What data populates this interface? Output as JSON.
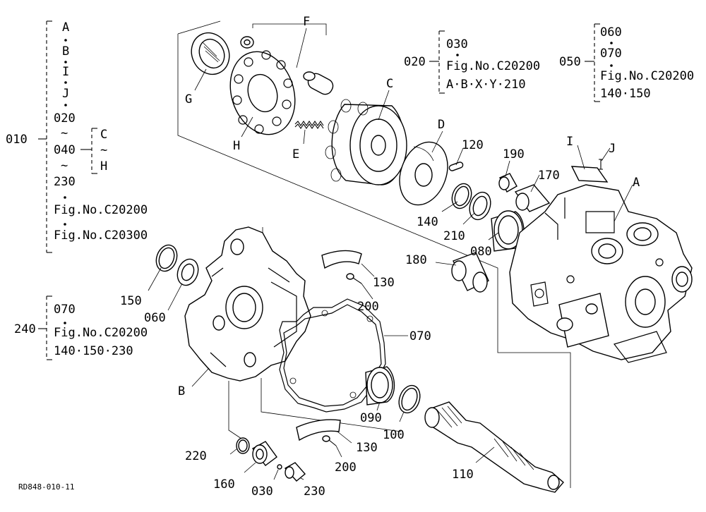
{
  "diagram_id": "RD848-010-11",
  "callouts": {
    "A": "A",
    "B": "B",
    "C": "C",
    "D": "D",
    "E": "E",
    "F": "F",
    "G": "G",
    "H": "H",
    "I": "I",
    "J": "J",
    "p060": "060",
    "p070": "070",
    "p080": "080",
    "p090": "090",
    "p100": "100",
    "p110": "110",
    "p120": "120",
    "p130a": "130",
    "p130b": "130",
    "p140": "140",
    "p150": "150",
    "p160": "160",
    "p170": "170",
    "p180": "180",
    "p190": "190",
    "p200a": "200",
    "p200b": "200",
    "p210": "210",
    "p220": "220",
    "p230": "230",
    "p030": "030"
  },
  "legend_010": {
    "code": "010",
    "items": [
      "A",
      "B",
      "I",
      "J",
      "020",
      "~",
      "040",
      "~",
      "230",
      "Fig.No.C20200",
      "Fig.No.C20300"
    ],
    "sub": [
      "C",
      "~",
      "H"
    ]
  },
  "legend_020": {
    "code": "020",
    "items": [
      "030",
      "Fig.No.C20200",
      "A·B·X·Y·210"
    ]
  },
  "legend_050": {
    "code": "050",
    "items": [
      "060",
      "070",
      "Fig.No.C20200",
      "140·150"
    ]
  },
  "legend_240": {
    "code": "240",
    "items": [
      "070",
      "Fig.No.C20200",
      "140·150·230"
    ]
  }
}
